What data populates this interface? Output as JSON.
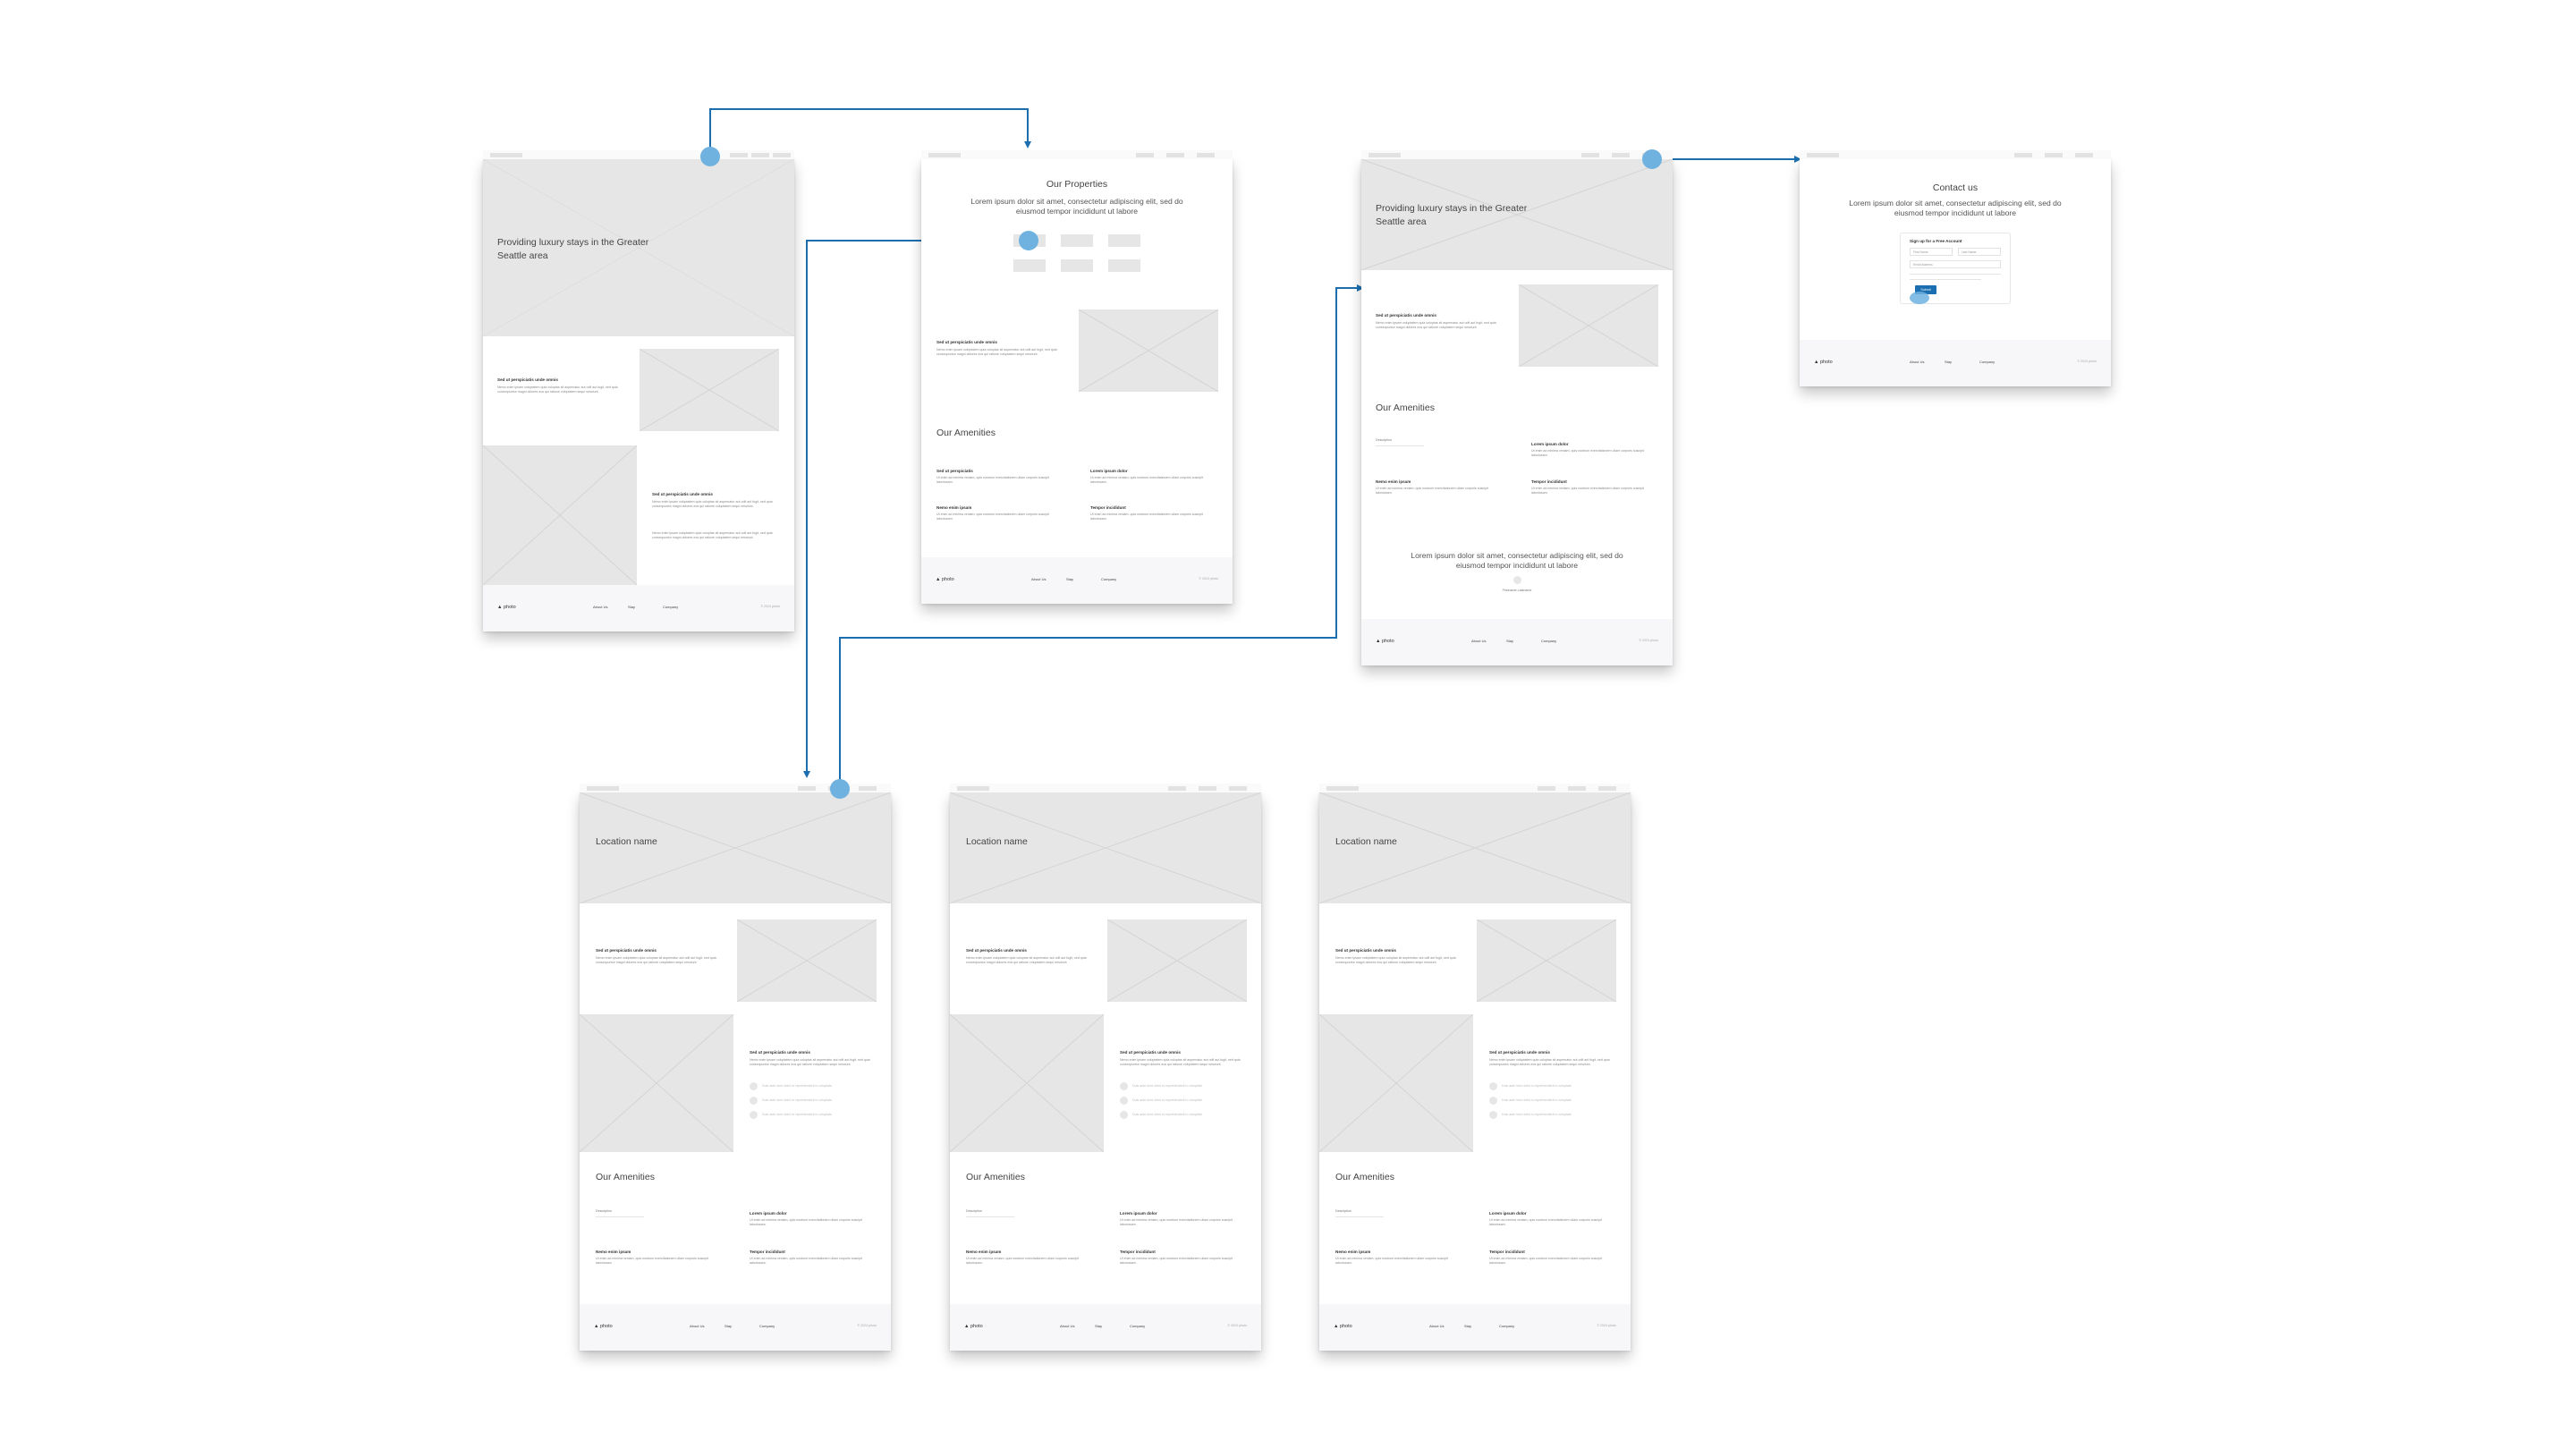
{
  "colors": {
    "accent": "#1b6fb0",
    "hotspot": "#6fb2e0",
    "placeholder": "#e6e6e6",
    "footer": "#f7f7f9"
  },
  "common": {
    "section_heading": "Sed ut perspiciatis unde omnis",
    "lorem_para": "Nemo enim ipsam voluptatem quia voluptas sit aspernatur aut odit aut fugit, sed quia consequuntur magni dolores eos qui ratione voluptatem sequi nesciunt.",
    "amenities_title": "Our Amenities",
    "lorem_lede": "Lorem ipsum dolor sit amet, consectetur adipiscing elit, sed do eiusmod tempor incididunt ut labore",
    "amenity_items": [
      "Sed ut perspiciatis",
      "Lorem ipsum dolor",
      "Nemo enim ipsam",
      "Tempor incididunt"
    ],
    "amenity_text": "Ut enim ad minima veniam, quis nostrum exercitationem ullam corporis suscipit laboriosam.",
    "small_label": "Description",
    "list_item_text": "Duis aute irure dolor in reprehenderit in voluptate"
  },
  "footer": {
    "logo": "▲ photo",
    "links": [
      "About Us",
      "Stay",
      "Company"
    ],
    "copyright": "© 2024 photo"
  },
  "frames": {
    "home": {
      "hero": "Providing luxury stays in the Greater Seattle area"
    },
    "properties": {
      "title": "Our Properties"
    },
    "amenities": {
      "hero": "Providing luxury stays in the Greater Seattle area",
      "testimonial_name": "Firstname Lastname"
    },
    "contact": {
      "title": "Contact us",
      "form_title": "Sign up for a Free Account",
      "first_name": "First Name",
      "last_name": "Last Name",
      "email": "Email Address",
      "button": "Submit"
    },
    "location": {
      "hero": "Location name"
    }
  }
}
